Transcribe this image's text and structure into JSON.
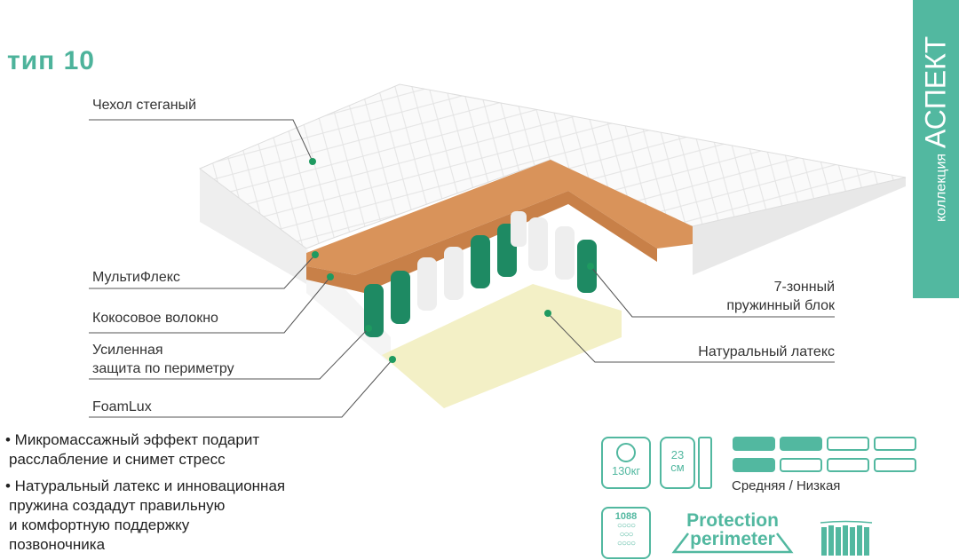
{
  "title": "тип 10",
  "sidebar": {
    "prefix": "коллекция",
    "name": "АСПЕКТ"
  },
  "labels": {
    "cover": "Чехол стеганый",
    "multiflex": "МультиФлекс",
    "coconut": "Кокосовое волокно",
    "perimeter_1": "Усиленная",
    "perimeter_2": "защита по периметру",
    "foamlux": "FoamLux",
    "springs_1": "7-зонный",
    "springs_2": "пружинный блок",
    "latex": "Натуральный латекс"
  },
  "bullets": [
    [
      "• Микромассажный эффект подарит",
      "расслабление и снимет стресс"
    ],
    [
      "• Натуральный латекс и инновационная",
      "пружина создадут правильную",
      "и комфортную поддержку",
      "позвоночника"
    ]
  ],
  "specs": {
    "weight": "130кг",
    "height_value": "23",
    "height_unit": "см",
    "stiffness_label": "Средняя / Низкая",
    "stiffness_side_a": 2,
    "stiffness_side_b": 1,
    "stiffness_max": 4,
    "springs_count": "1088",
    "protection_1": "Protection",
    "protection_2": "perimeter"
  },
  "colors": {
    "accent": "#52b8a0"
  }
}
